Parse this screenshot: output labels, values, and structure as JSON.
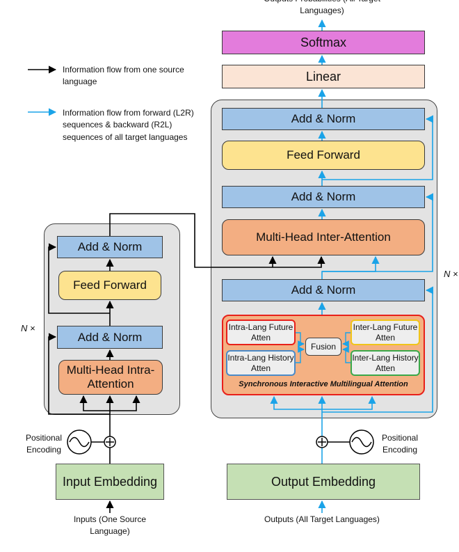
{
  "legend": {
    "black_text": "Information flow from one source language",
    "blue_text": "Information flow from forward (L2R) sequences & backward (R2L) sequences of all target languages"
  },
  "encoder": {
    "repeat_label": "N ×",
    "add_norm_top": "Add & Norm",
    "feed_forward": "Feed Forward",
    "add_norm_bottom": "Add & Norm",
    "multi_head": "Multi-Head Intra-Attention",
    "positional": "Positional Encoding",
    "embedding": "Input Embedding",
    "input_caption": "Inputs (One Source Language)"
  },
  "decoder": {
    "repeat_label": "N ×",
    "output_caption_top": "Outputs Probabilities (All Target Languages)",
    "softmax": "Softmax",
    "linear": "Linear",
    "add_norm_3": "Add & Norm",
    "feed_forward": "Feed Forward",
    "add_norm_2": "Add & Norm",
    "multi_head": "Multi-Head Inter-Attention",
    "add_norm_1": "Add & Norm",
    "sima": {
      "intra_future": "Intra-Lang Future Atten",
      "intra_history": "Intra-Lang History Atten",
      "fusion": "Fusion",
      "inter_future": "Inter-Lang Future Atten",
      "inter_history": "Inter-Lang History Atten",
      "caption": "Synchronous Interactive Multilingual Attention"
    },
    "positional": "Positional Encoding",
    "embedding": "Output Embedding",
    "output_caption": "Outputs (All Target Languages)"
  },
  "colors": {
    "black_arrow": "#000000",
    "blue_arrow": "#1aa3e8",
    "red_border": "#e8201a",
    "yellow_border": "#f0c419",
    "green_border": "#3aa84a",
    "blue_border": "#4a8ac8"
  }
}
